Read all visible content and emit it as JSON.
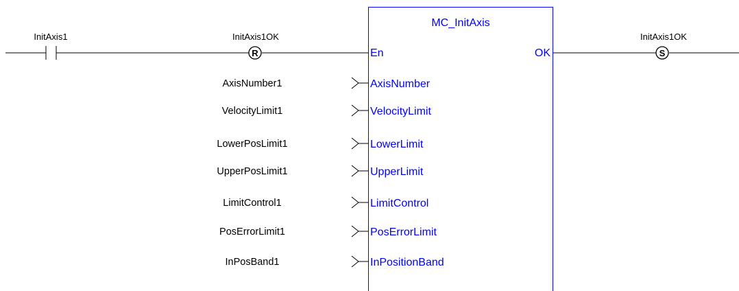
{
  "block": {
    "name": "MC_InitAxis",
    "enable_pin": "En",
    "output_pin": "OK",
    "inputs": [
      {
        "variable": "AxisNumber1",
        "pin": "AxisNumber"
      },
      {
        "variable": "VelocityLimit1",
        "pin": "VelocityLimit"
      },
      {
        "variable": "LowerPosLimit1",
        "pin": "LowerLimit"
      },
      {
        "variable": "UpperPosLimit1",
        "pin": "UpperLimit"
      },
      {
        "variable": "LimitControl1",
        "pin": "LimitControl"
      },
      {
        "variable": "PosErrorLimit1",
        "pin": "PosErrorLimit"
      },
      {
        "variable": "InPosBand1",
        "pin": "InPositionBand"
      }
    ]
  },
  "rung": {
    "contact": {
      "variable": "InitAxis1",
      "type": "normally-open-contact"
    },
    "reset_coil": {
      "variable": "InitAxis1OK",
      "letter": "R",
      "type": "reset-coil"
    },
    "set_coil": {
      "variable": "InitAxis1OK",
      "letter": "S",
      "type": "set-coil"
    }
  },
  "colors": {
    "block": "#0000ff",
    "wire": "#000000",
    "background": "#ffffff"
  }
}
